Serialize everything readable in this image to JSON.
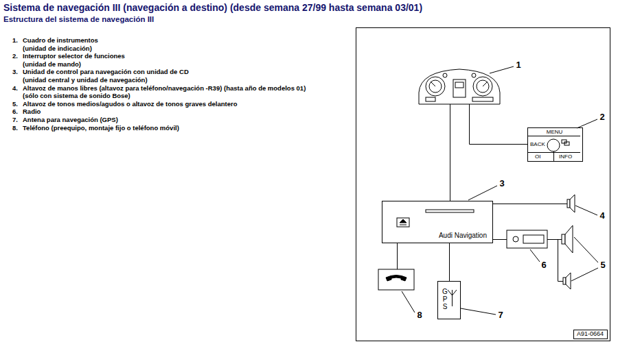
{
  "diagram": {
    "title": "Sistema de navegación III (navegación a destino) (desde semana 27/99 hasta semana 03/01)",
    "nodes": [
      {
        "text": [
          "MENU",
          "BACK",
          "OI",
          "INFO"
        ]
      },
      {
        "text": [
          "Audi Navigation"
        ]
      },
      {
        "text": [
          "GPS"
        ]
      },
      {
        "text": [
          "A91-0664"
        ]
      }
    ],
    "edges": [
      {
        "from": 1,
        "to": 2,
        "arrow": "none"
      }
    ],
    "labels": [
      "Estructura del sistema de navegación III",
      "1.",
      "Cuadro de instrumentos",
      "(unidad de indicación)",
      "2.",
      "Interruptor selector de funciones",
      "(unidad de mando)",
      "3.",
      "Unidad de control para navegación con unidad de CD",
      "(unidad central y unidad de navegación)",
      "4.",
      "Altavoz de manos libres (altavoz para teléfono/navegación -R39) (hasta año de modelos 01)",
      "(sólo con sistema de sonido Bose)",
      "5.",
      "Altavoz de tonos medios/agudos o altavoz de tonos graves delantero",
      "6.",
      "Radio",
      "7.",
      "Antena para navegación (GPS)",
      "8.",
      "Teléfono (preequipo, montaje fijo o teléfono móvil)",
      "1",
      "2",
      "3",
      "4",
      "5",
      "6",
      "7",
      "8"
    ]
  }
}
